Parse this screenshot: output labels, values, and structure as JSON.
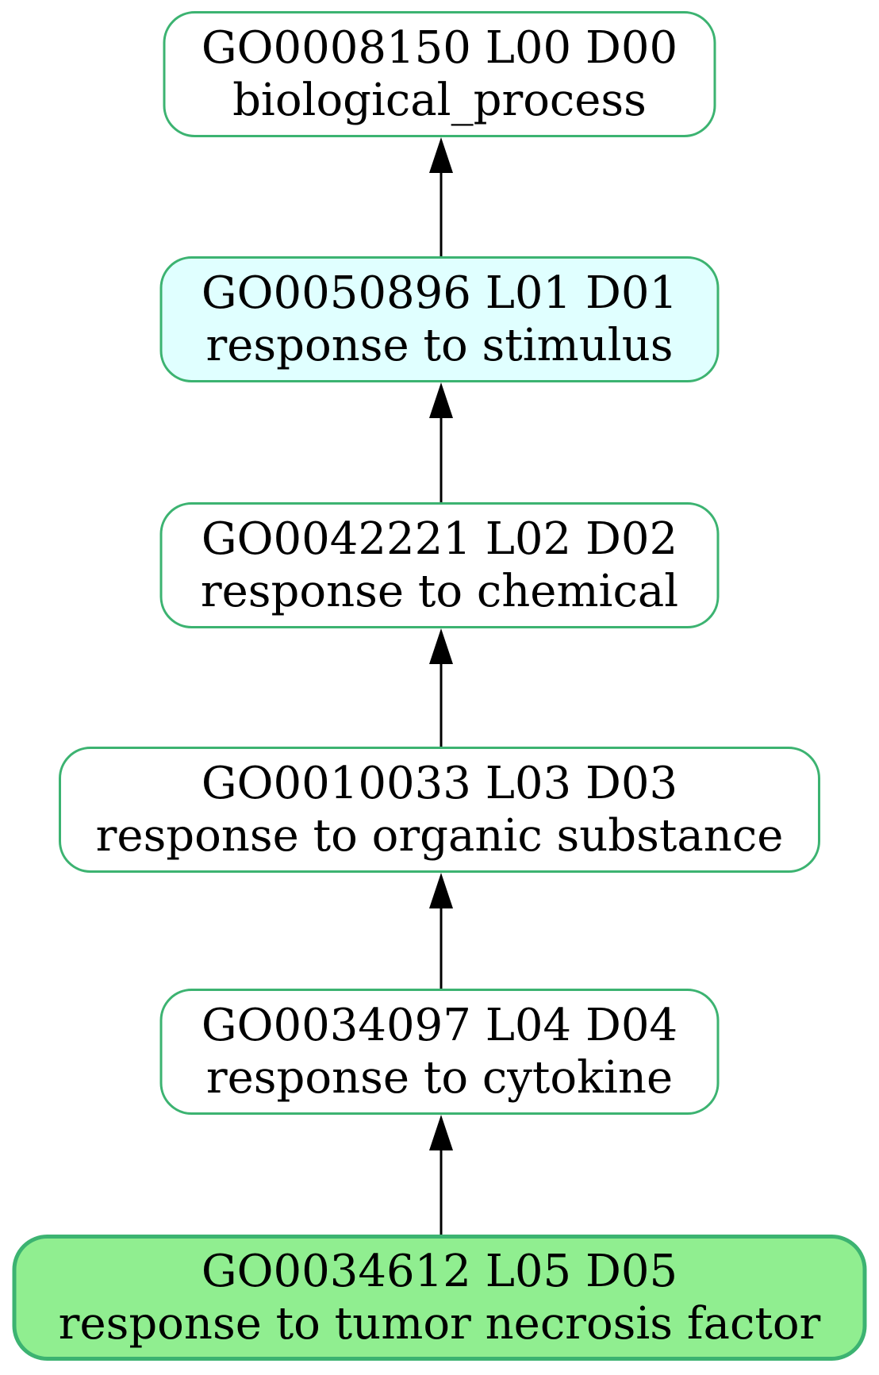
{
  "diagram": {
    "kind": "go-term-ancestor-dag",
    "direction": "child-to-parent (arrows point upward)",
    "background_color": "#ffffff",
    "node_border_color": "#3cb371",
    "edge_color": "#000000",
    "text_color": "#000000",
    "nodes": [
      {
        "id": "GO0008150",
        "line1": "GO0008150 L00 D00",
        "line2": "biological_process",
        "fill": "#ffffff",
        "highlighted": false
      },
      {
        "id": "GO0050896",
        "line1": "GO0050896 L01 D01",
        "line2": "response to stimulus",
        "fill": "#e0ffff",
        "highlighted": false
      },
      {
        "id": "GO0042221",
        "line1": "GO0042221 L02 D02",
        "line2": "response to chemical",
        "fill": "#ffffff",
        "highlighted": false
      },
      {
        "id": "GO0010033",
        "line1": "GO0010033 L03 D03",
        "line2": "response to organic substance",
        "fill": "#ffffff",
        "highlighted": false
      },
      {
        "id": "GO0034097",
        "line1": "GO0034097 L04 D04",
        "line2": "response to cytokine",
        "fill": "#ffffff",
        "highlighted": false
      },
      {
        "id": "GO0034612",
        "line1": "GO0034612 L05 D05",
        "line2": "response to tumor necrosis factor",
        "fill": "#90ee90",
        "highlighted": true
      }
    ],
    "edges": [
      {
        "from": "GO0050896",
        "to": "GO0008150"
      },
      {
        "from": "GO0042221",
        "to": "GO0050896"
      },
      {
        "from": "GO0010033",
        "to": "GO0042221"
      },
      {
        "from": "GO0034097",
        "to": "GO0010033"
      },
      {
        "from": "GO0034612",
        "to": "GO0034097"
      }
    ]
  }
}
